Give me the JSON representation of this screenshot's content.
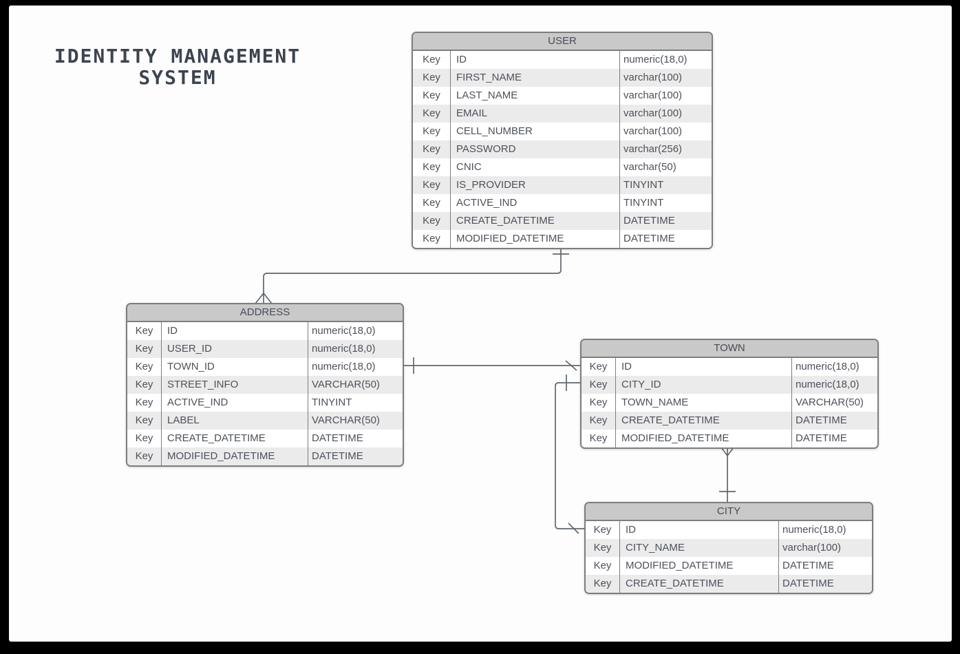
{
  "title": {
    "line1": "IDENTITY MANAGEMENT",
    "line2": "SYSTEM"
  },
  "key_label": "Key",
  "tables": [
    {
      "id": "user",
      "name": "USER",
      "rows": [
        {
          "key": "Key",
          "name": "ID",
          "type": "numeric(18,0)"
        },
        {
          "key": "Key",
          "name": "FIRST_NAME",
          "type": "varchar(100)"
        },
        {
          "key": "Key",
          "name": "LAST_NAME",
          "type": "varchar(100)"
        },
        {
          "key": "Key",
          "name": "EMAIL",
          "type": "varchar(100)"
        },
        {
          "key": "Key",
          "name": "CELL_NUMBER",
          "type": "varchar(100)"
        },
        {
          "key": "Key",
          "name": "PASSWORD",
          "type": "varchar(256)"
        },
        {
          "key": "Key",
          "name": "CNIC",
          "type": "varchar(50)"
        },
        {
          "key": "Key",
          "name": "IS_PROVIDER",
          "type": "TINYINT"
        },
        {
          "key": "Key",
          "name": "ACTIVE_IND",
          "type": "TINYINT"
        },
        {
          "key": "Key",
          "name": "CREATE_DATETIME",
          "type": "DATETIME"
        },
        {
          "key": "Key",
          "name": "MODIFIED_DATETIME",
          "type": "DATETIME"
        }
      ]
    },
    {
      "id": "address",
      "name": "ADDRESS",
      "rows": [
        {
          "key": "Key",
          "name": "ID",
          "type": "numeric(18,0)"
        },
        {
          "key": "Key",
          "name": "USER_ID",
          "type": "numeric(18,0)"
        },
        {
          "key": "Key",
          "name": "TOWN_ID",
          "type": "numeric(18,0)"
        },
        {
          "key": "Key",
          "name": "STREET_INFO",
          "type": "VARCHAR(50)"
        },
        {
          "key": "Key",
          "name": "ACTIVE_IND",
          "type": "TINYINT"
        },
        {
          "key": "Key",
          "name": "LABEL",
          "type": "VARCHAR(50)"
        },
        {
          "key": "Key",
          "name": "CREATE_DATETIME",
          "type": "DATETIME"
        },
        {
          "key": "Key",
          "name": "MODIFIED_DATETIME",
          "type": "DATETIME"
        }
      ]
    },
    {
      "id": "town",
      "name": "TOWN",
      "rows": [
        {
          "key": "Key",
          "name": "ID",
          "type": "numeric(18,0)"
        },
        {
          "key": "Key",
          "name": "CITY_ID",
          "type": "numeric(18,0)"
        },
        {
          "key": "Key",
          "name": "TOWN_NAME",
          "type": "VARCHAR(50)"
        },
        {
          "key": "Key",
          "name": "CREATE_DATETIME",
          "type": "DATETIME"
        },
        {
          "key": "Key",
          "name": "MODIFIED_DATETIME",
          "type": "DATETIME"
        }
      ]
    },
    {
      "id": "city",
      "name": "CITY",
      "rows": [
        {
          "key": "Key",
          "name": "ID",
          "type": "numeric(18,0)"
        },
        {
          "key": "Key",
          "name": "CITY_NAME",
          "type": "varchar(100)"
        },
        {
          "key": "Key",
          "name": "MODIFIED_DATETIME",
          "type": "DATETIME"
        },
        {
          "key": "Key",
          "name": "CREATE_DATETIME",
          "type": "DATETIME"
        }
      ]
    }
  ],
  "relationships": [
    {
      "from": "USER",
      "to": "ADDRESS",
      "from_marker": "one-tick",
      "to_marker": "crow-foot-many"
    },
    {
      "from": "ADDRESS",
      "to": "TOWN",
      "from_marker": "one-tick",
      "to_marker": "slash"
    },
    {
      "from": "TOWN",
      "to": "CITY",
      "from_marker": "one-tick",
      "to_marker": "slash"
    },
    {
      "from": "TOWN",
      "to": "CITY",
      "from_marker": "crow-foot-many",
      "to_marker": "one-tick"
    }
  ],
  "colors": {
    "frame": "#000000",
    "canvas": "#fdfdfd",
    "table_header_bg": "#c9c9c9",
    "table_border": "#7d7d7d",
    "row_alt_bg": "#ebebeb",
    "text": "#4c515a",
    "connector_line": "#60666e",
    "title_text": "#3d4450"
  }
}
